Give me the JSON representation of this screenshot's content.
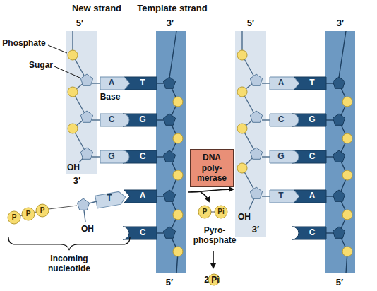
{
  "diagram": {
    "nodes": [
      {
        "text": [
          "DNA poly- merase"
        ]
      }
    ],
    "labels": [
      "New strand",
      "Template strand",
      "5′",
      "3′",
      "5′",
      "3′",
      "Phosphate",
      "Sugar",
      "Base",
      "A",
      "T",
      "C",
      "G",
      "G",
      "C",
      "OH",
      "3′",
      "T",
      "A",
      "C",
      "P",
      "P",
      "P",
      "OH",
      "Incoming nucleotide",
      "5′",
      "P",
      "Pi",
      "Pyro- phosphate",
      "2 Pi",
      "A",
      "T",
      "C",
      "G",
      "G",
      "C",
      "T",
      "A",
      "C",
      "OH",
      "3′",
      "5′"
    ]
  }
}
